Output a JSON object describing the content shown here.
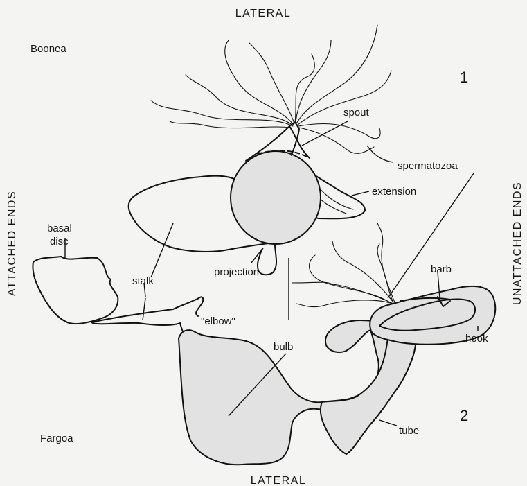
{
  "labels": {
    "top": "LATERAL",
    "bottom": "LATERAL",
    "left": "ATTACHED ENDS",
    "right": "UNATTACHED ENDS",
    "genus_1": "Boonea",
    "genus_2": "Fargoa",
    "fig_1": "1",
    "fig_2": "2"
  },
  "parts": {
    "spout": "spout",
    "spermatozoa": "spermatozoa",
    "extension": "extension",
    "basal": "basal",
    "disc": "disc",
    "stalk": "stalk",
    "projection": "projection",
    "elbow": "\"elbow\"",
    "bulb": "bulb",
    "barb": "barb",
    "hook": "hook",
    "tube": "tube"
  }
}
